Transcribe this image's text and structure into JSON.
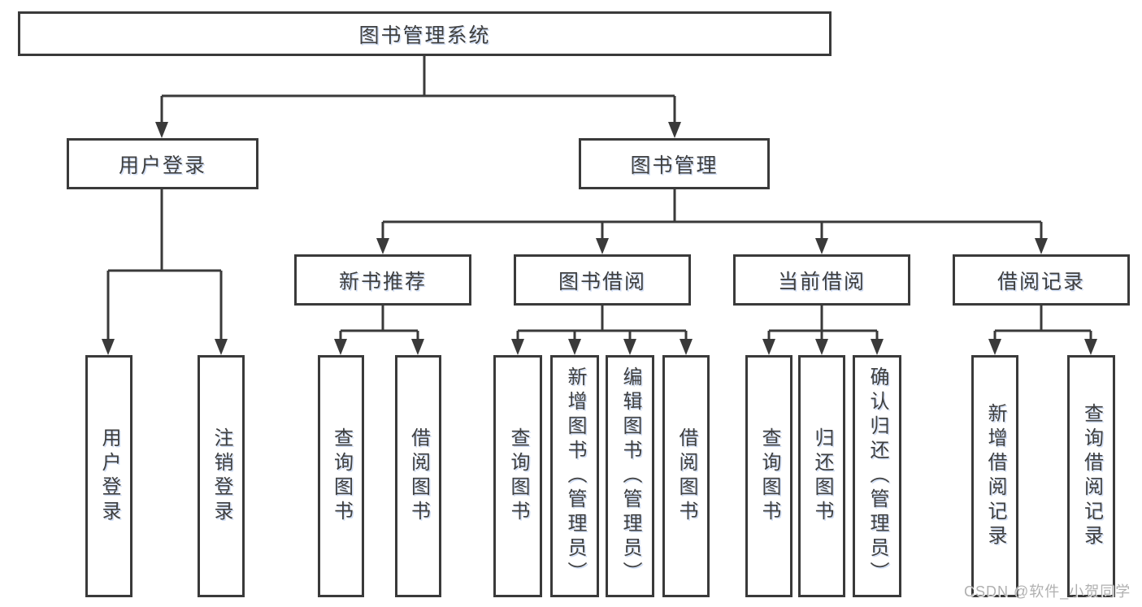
{
  "diagram": {
    "root": "图书管理系统",
    "branches": [
      {
        "label": "用户登录",
        "children": [
          "用户登录",
          "注销登录"
        ]
      },
      {
        "label": "图书管理",
        "groups": [
          {
            "label": "新书推荐",
            "children": [
              "查询图书",
              "借阅图书"
            ]
          },
          {
            "label": "图书借阅",
            "children": [
              "查询图书",
              "新增图书（管理员）",
              "编辑图书（管理员）",
              "借阅图书"
            ]
          },
          {
            "label": "当前借阅",
            "children": [
              "查询图书",
              "归还图书",
              "确认归还（管理员）"
            ]
          },
          {
            "label": "借阅记录",
            "children": [
              "新增借阅记录",
              "查询借阅记录"
            ]
          }
        ]
      }
    ]
  },
  "watermark": "CSDN @软件_小贺同学",
  "colors": {
    "line": "#3a3a3a",
    "text": "#3f3f3f",
    "watermark": "#b0b0b0"
  }
}
